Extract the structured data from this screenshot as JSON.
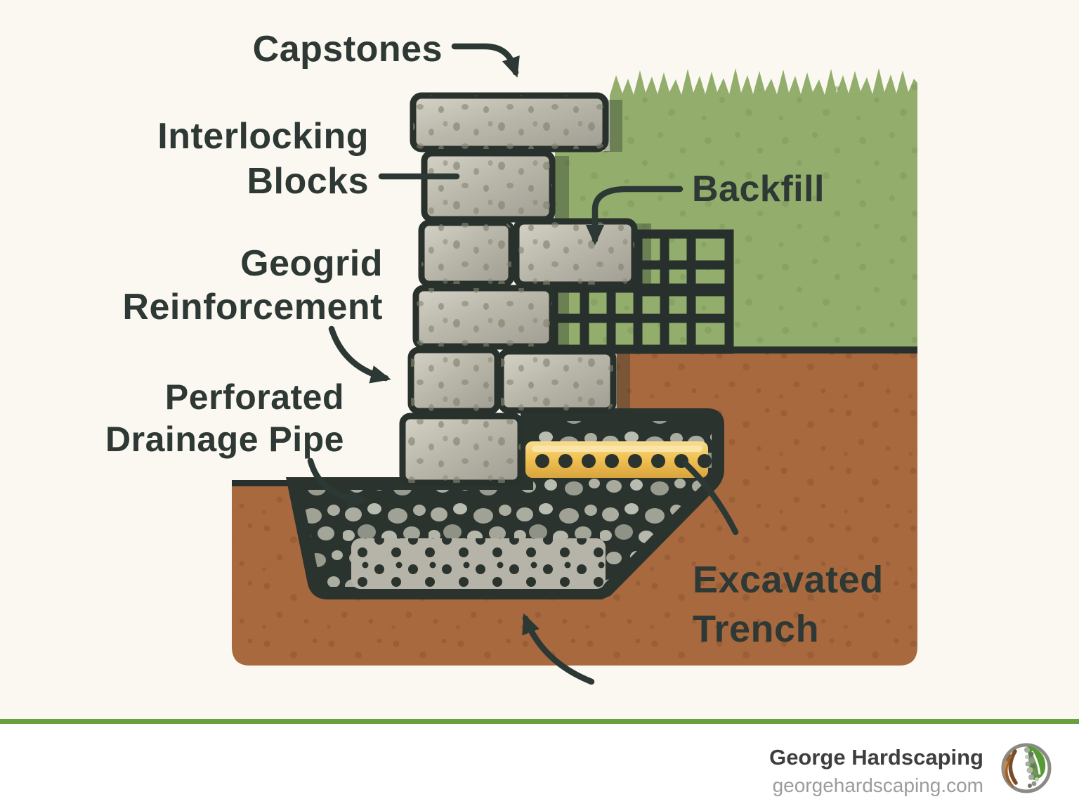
{
  "diagram": {
    "labels": {
      "capstones": "Capstones",
      "interlocking_blocks": "Interlocking\nBlocks",
      "geogrid": "Geogrid\nReinforcement",
      "drainage_pipe": "Perforated\nDrainage Pipe",
      "backfill": "Backfill",
      "excavated_trench": "Excavated\nTrench"
    },
    "parts": [
      "capstone",
      "interlocking-blocks",
      "backfill-grass",
      "geogrid-mesh",
      "perforated-drainage-pipe",
      "gravel-trench",
      "base-slab",
      "soil"
    ],
    "colors": {
      "background_cream": "#faf8f1",
      "label_text": "#2e3834",
      "outline_dark": "#29312d",
      "grass_green": "#93ad6c",
      "grass_speckle": "#7d9859",
      "soil_brown": "#a8693f",
      "soil_speckle": "#8f5733",
      "block_gray": "#bab8ab",
      "gravel_dark": "#2b332f",
      "pebble_gray": "#a9ac9f",
      "pipe_yellow": "#f2c254",
      "divider_green": "#6ba03f"
    }
  },
  "footer": {
    "brand": "George Hardscaping",
    "website": "georgehardscaping.com",
    "logo_icon": "hardscape-leaf-stone-logo"
  }
}
